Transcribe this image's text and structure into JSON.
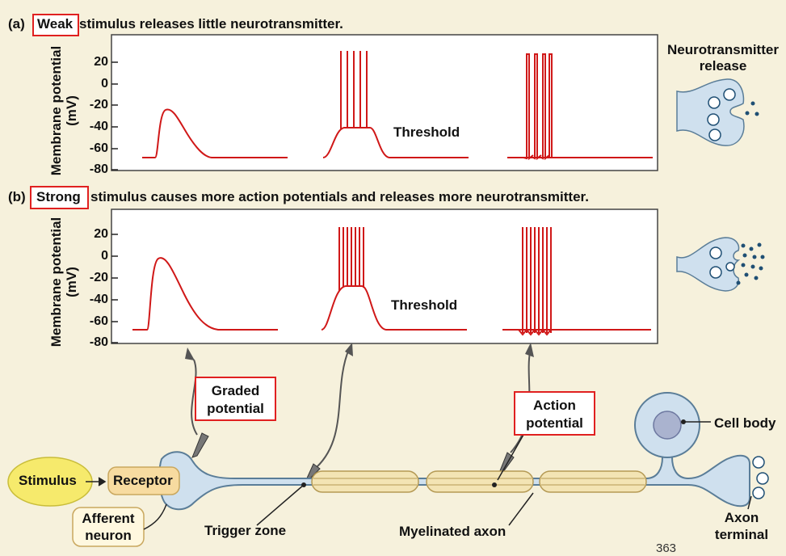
{
  "panel_a": {
    "prefix": "(a)",
    "highlight": "Weak",
    "rest": "stimulus releases little neurotransmitter.",
    "threshold_label": "Threshold",
    "release_label_1": "Neurotransmitter",
    "release_label_2": "release"
  },
  "panel_b": {
    "prefix": "(b)",
    "highlight": "Strong",
    "rest": "stimulus causes more action potentials and releases more neurotransmitter.",
    "threshold_label": "Threshold"
  },
  "yaxis": {
    "label_line1": "Membrane potential",
    "label_line2": "(mV)",
    "ticks": [
      "20",
      "0",
      "-20",
      "-40",
      "-60",
      "-80"
    ]
  },
  "neuron": {
    "graded_line1": "Graded",
    "graded_line2": "potential",
    "action_line1": "Action",
    "action_line2": "potential",
    "cell_body": "Cell body",
    "stimulus": "Stimulus",
    "receptor": "Receptor",
    "afferent_line1": "Afferent",
    "afferent_line2": "neuron",
    "trigger_zone": "Trigger zone",
    "myelinated_axon": "Myelinated axon",
    "axon_line1": "Axon",
    "axon_line2": "terminal"
  },
  "page_number": "363",
  "colors": {
    "trace": "#d01818",
    "highlight_box": "#e02020",
    "background": "#f6f1dc",
    "neuron_fill": "#cfe0ee",
    "myelin": "#f3e4b4",
    "stimulus_fill": "#f6ea6c",
    "receptor_fill": "#f7dba0"
  }
}
